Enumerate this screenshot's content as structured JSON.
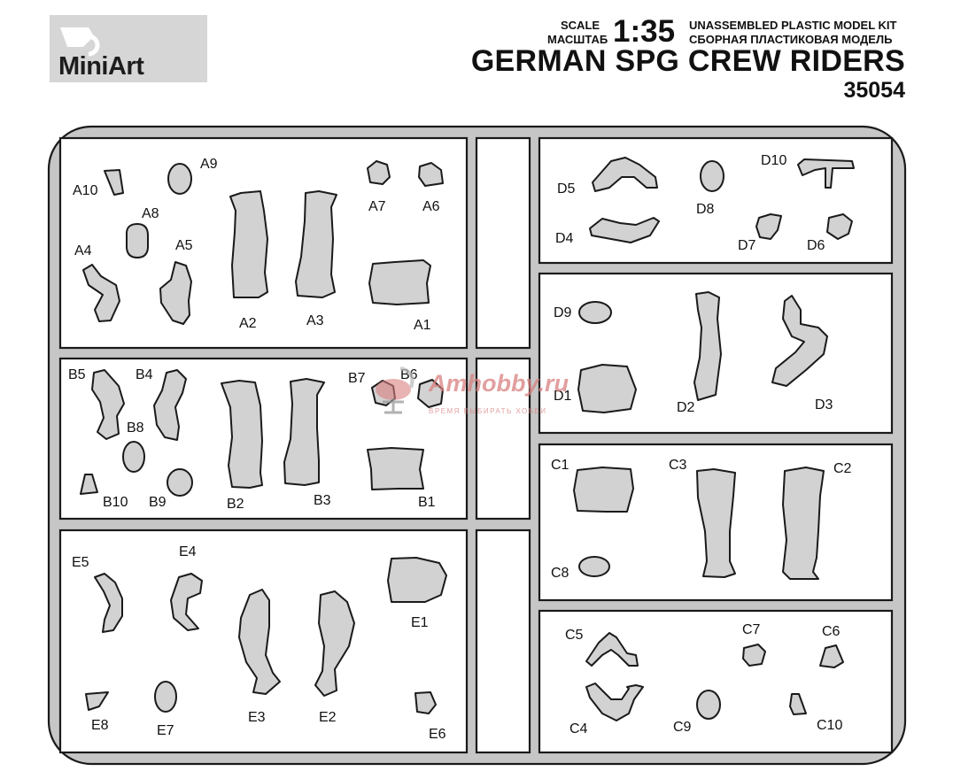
{
  "logo": {
    "text": "MiniArt"
  },
  "header": {
    "scale_label_en": "SCALE",
    "scale_label_ru": "МАСШТАБ",
    "scale_value": "1:35",
    "kit_type_en": "UNASSEMBLED PLASTIC MODEL KIT",
    "kit_type_ru": "СБОРНАЯ ПЛАСТИКОВАЯ МОДЕЛЬ",
    "title": "GERMAN SPG CREW RIDERS",
    "code": "35054"
  },
  "watermark": {
    "text": "Amhobby.ru",
    "sub": "ВРЕМЯ ВЫБИРАТЬ ХОББИ"
  },
  "sprues": {
    "A": {
      "labels": [
        "A10",
        "A9",
        "A8",
        "A7",
        "A6",
        "A4",
        "A5",
        "A2",
        "A3",
        "A1"
      ]
    },
    "B": {
      "labels": [
        "B5",
        "B4",
        "B7",
        "B6",
        "B8",
        "B10",
        "B9",
        "B2",
        "B3",
        "B1"
      ]
    },
    "E": {
      "labels": [
        "E5",
        "E4",
        "E1",
        "E8",
        "E7",
        "E3",
        "E2",
        "E6"
      ]
    },
    "D_top": {
      "labels": [
        "D10",
        "D5",
        "D8",
        "D4",
        "D7",
        "D6"
      ]
    },
    "D_mid": {
      "labels": [
        "D9",
        "D1",
        "D2",
        "D3"
      ]
    },
    "C_mid": {
      "labels": [
        "C1",
        "C3",
        "C2",
        "C8"
      ]
    },
    "C_bot": {
      "labels": [
        "C5",
        "C7",
        "C6",
        "C4",
        "C9",
        "C10"
      ]
    }
  },
  "colors": {
    "frame": "#c6c6c6",
    "part_fill": "#d2d2d2",
    "outline": "#1a1a1a",
    "logo_bg": "#d6d6d6"
  }
}
